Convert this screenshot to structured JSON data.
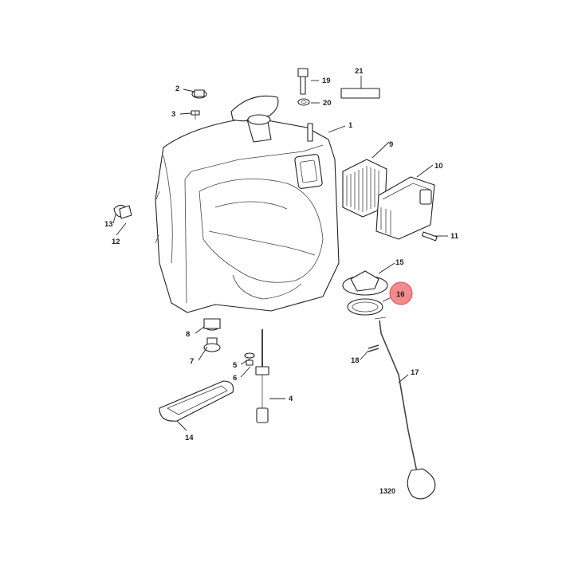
{
  "diagram": {
    "callouts": [
      {
        "id": "c1",
        "label": "1"
      },
      {
        "id": "c2",
        "label": "2"
      },
      {
        "id": "c3",
        "label": "3"
      },
      {
        "id": "c4",
        "label": "4"
      },
      {
        "id": "c5",
        "label": "5"
      },
      {
        "id": "c6",
        "label": "6"
      },
      {
        "id": "c7",
        "label": "7"
      },
      {
        "id": "c8",
        "label": "8"
      },
      {
        "id": "c9",
        "label": "9"
      },
      {
        "id": "c10",
        "label": "10"
      },
      {
        "id": "c11",
        "label": "11"
      },
      {
        "id": "c12",
        "label": "12"
      },
      {
        "id": "c13",
        "label": "13"
      },
      {
        "id": "c14",
        "label": "14"
      },
      {
        "id": "c15",
        "label": "15"
      },
      {
        "id": "c16",
        "label": "16"
      },
      {
        "id": "c17",
        "label": "17"
      },
      {
        "id": "c18",
        "label": "18"
      },
      {
        "id": "c19",
        "label": "19"
      },
      {
        "id": "c20",
        "label": "20"
      },
      {
        "id": "c21",
        "label": "21"
      }
    ],
    "figure_number": "1320",
    "highlight_callout": "16",
    "highlight_color": "#f28b8b",
    "highlight_border_color": "#d9534f"
  }
}
